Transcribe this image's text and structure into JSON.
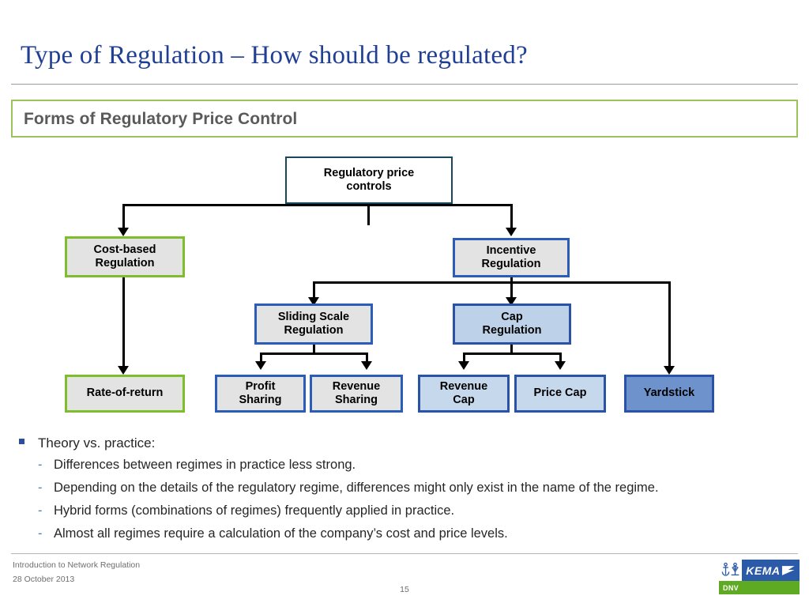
{
  "slide": {
    "title": "Type of Regulation – How should be regulated?",
    "section_header": "Forms of Regulatory Price Control",
    "page_number": "15"
  },
  "colors": {
    "title_blue": "#1f3f94",
    "header_green_border": "#9ac35a",
    "node_teal_border": "#17485c",
    "node_green_border": "#7ebd2b",
    "node_blue_border": "#2a52a5",
    "node_gray_fill": "#e3e3e3",
    "node_lightblue_fill": "#c6d9ec",
    "node_midblue_fill": "#bdd2e8",
    "node_darkblue_fill": "#6d92cc",
    "connector_black": "#000000",
    "logo_blue": "#2b5aa8",
    "logo_green": "#5faa23"
  },
  "chart_data": {
    "type": "diagram",
    "title": "Forms of Regulatory Price Control",
    "nodes": [
      {
        "id": "root",
        "label": "Regulatory price controls",
        "level": 0,
        "style": "white-teal"
      },
      {
        "id": "cost_based",
        "label": "Cost-based Regulation",
        "level": 1,
        "style": "gray-green"
      },
      {
        "id": "incentive",
        "label": "Incentive Regulation",
        "level": 1,
        "style": "gray-blue"
      },
      {
        "id": "sliding_scale",
        "label": "Sliding Scale Regulation",
        "level": 2,
        "style": "gray-blue"
      },
      {
        "id": "cap",
        "label": "Cap Regulation",
        "level": 2,
        "style": "midblue-blue"
      },
      {
        "id": "rate_of_return",
        "label": "Rate-of-return",
        "level": 3,
        "style": "gray-green"
      },
      {
        "id": "profit_share",
        "label": "Profit Sharing",
        "level": 3,
        "style": "gray-blue"
      },
      {
        "id": "revenue_share",
        "label": "Revenue Sharing",
        "level": 3,
        "style": "gray-blue"
      },
      {
        "id": "revenue_cap",
        "label": "Revenue Cap",
        "level": 3,
        "style": "lightblue-blue"
      },
      {
        "id": "price_cap",
        "label": "Price Cap",
        "level": 3,
        "style": "lightblue-blue"
      },
      {
        "id": "yardstick",
        "label": "Yardstick",
        "level": 3,
        "style": "darkblue-blue"
      }
    ],
    "edges": [
      {
        "from": "root",
        "to": "cost_based"
      },
      {
        "from": "root",
        "to": "incentive"
      },
      {
        "from": "cost_based",
        "to": "rate_of_return"
      },
      {
        "from": "incentive",
        "to": "sliding_scale"
      },
      {
        "from": "incentive",
        "to": "cap"
      },
      {
        "from": "incentive",
        "to": "yardstick"
      },
      {
        "from": "sliding_scale",
        "to": "profit_share"
      },
      {
        "from": "sliding_scale",
        "to": "revenue_share"
      },
      {
        "from": "cap",
        "to": "revenue_cap"
      },
      {
        "from": "cap",
        "to": "price_cap"
      }
    ]
  },
  "nodes": {
    "root": {
      "line1": "Regulatory price",
      "line2": "controls"
    },
    "cost_based": {
      "line1": "Cost-based",
      "line2": "Regulation"
    },
    "incentive": {
      "line1": "Incentive",
      "line2": "Regulation"
    },
    "sliding_scale": {
      "line1": "Sliding Scale",
      "line2": "Regulation"
    },
    "cap": {
      "line1": "Cap",
      "line2": "Regulation"
    },
    "rate_of_return": {
      "line1": "Rate-of-return"
    },
    "profit_share": {
      "line1": "Profit",
      "line2": "Sharing"
    },
    "revenue_share": {
      "line1": "Revenue",
      "line2": "Sharing"
    },
    "revenue_cap": {
      "line1": "Revenue",
      "line2": "Cap"
    },
    "price_cap": {
      "line1": "Price Cap"
    },
    "yardstick": {
      "line1": "Yardstick"
    }
  },
  "bullets": {
    "level1": "Theory vs. practice:",
    "dash": "-",
    "level2": [
      "Differences between regimes in practice less strong.",
      "Depending on the details of the regulatory regime, differences might only exist in the name of the regime.",
      "Hybrid forms (combinations of regimes) frequently applied in practice.",
      "Almost all regimes require a calculation of the company’s cost and price levels."
    ]
  },
  "footer": {
    "line1": "Introduction to Network Regulation",
    "line2": "28 October 2013"
  },
  "logo": {
    "brand": "KEMA",
    "sub": "DNV"
  }
}
